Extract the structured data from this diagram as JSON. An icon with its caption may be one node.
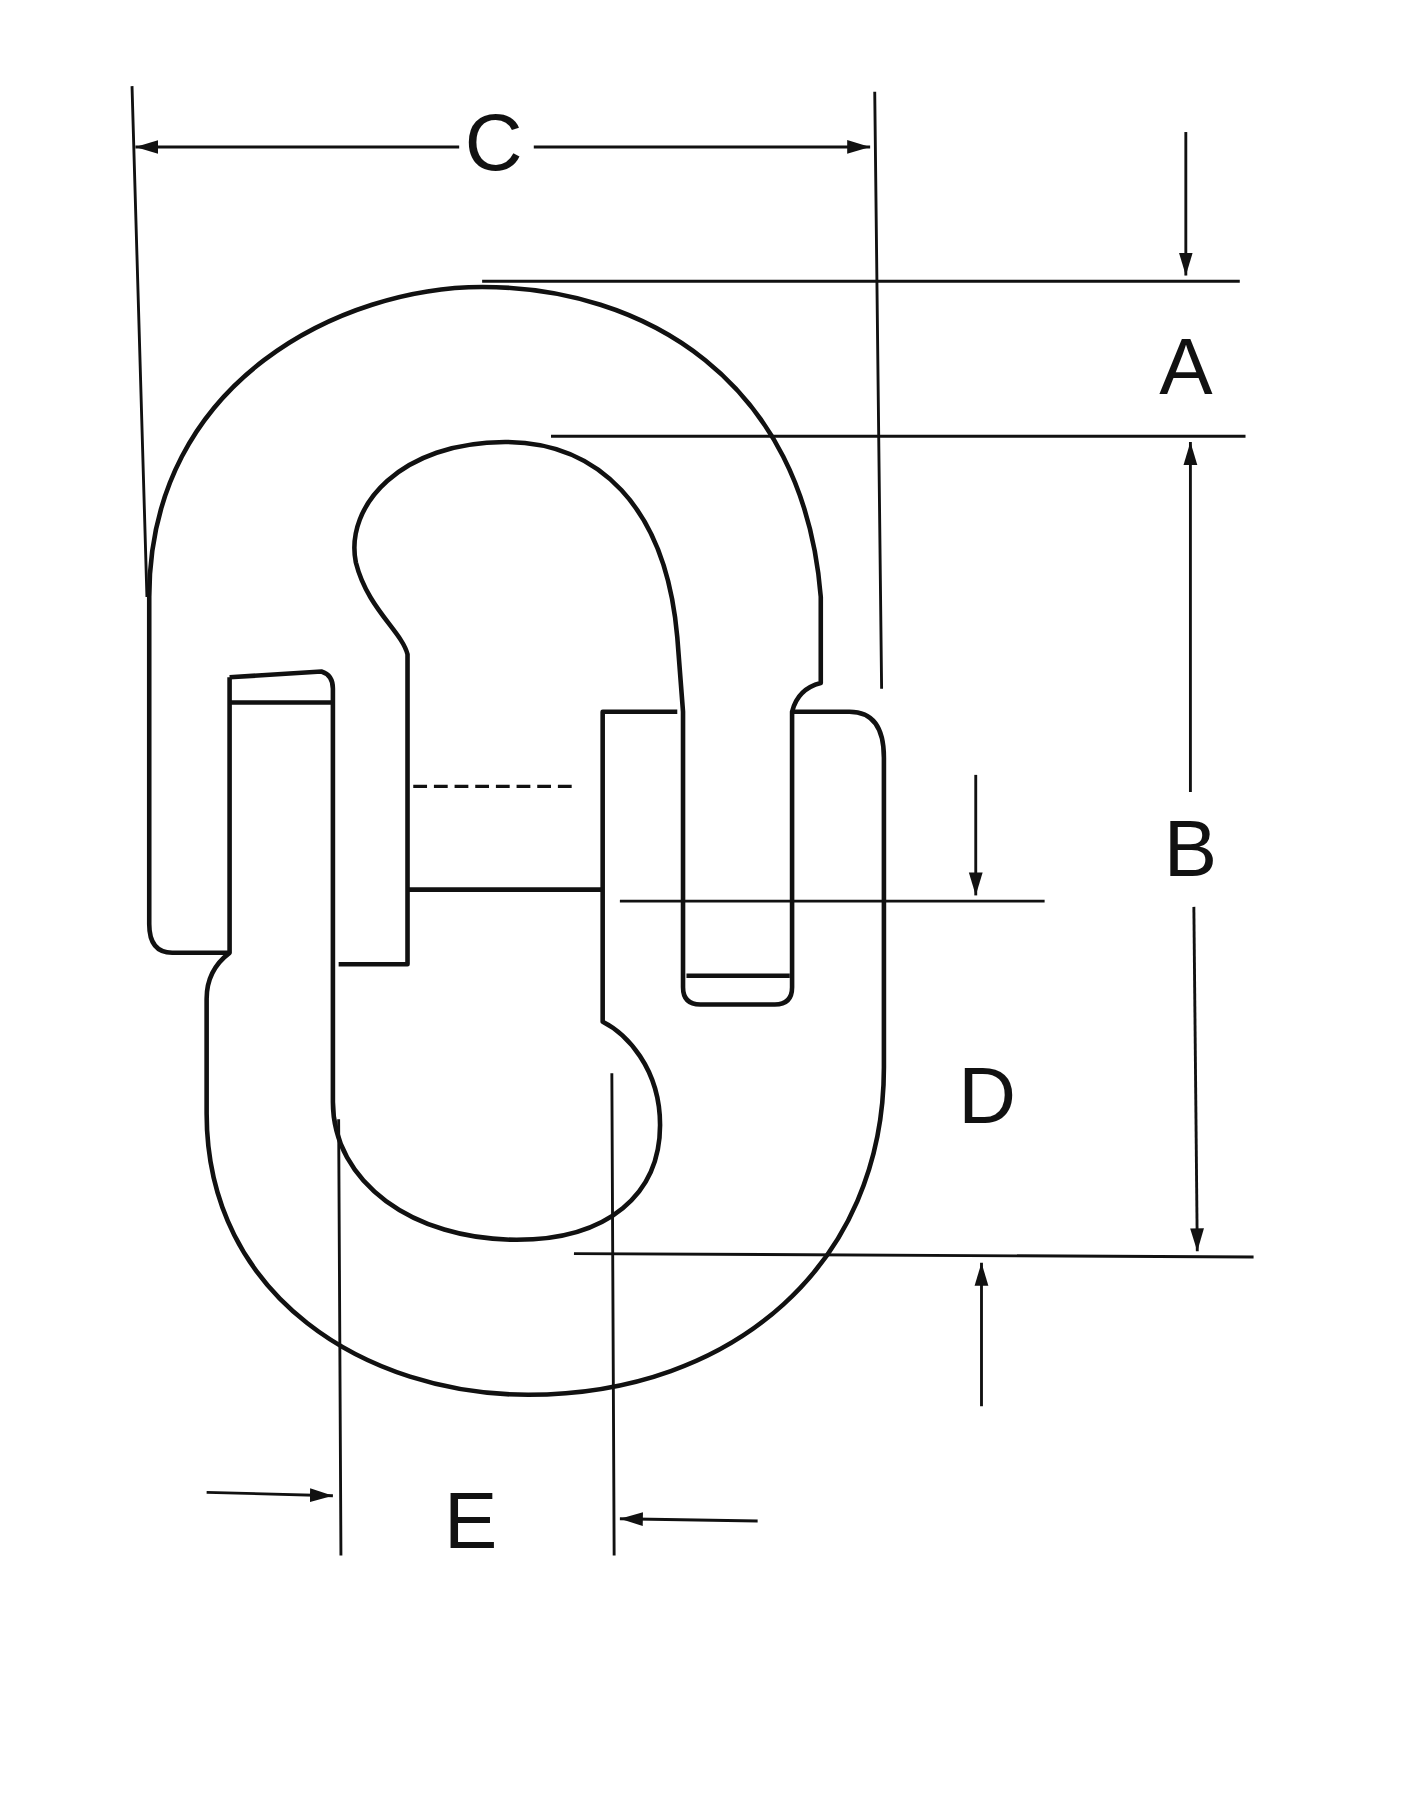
{
  "diagram": {
    "labels": [
      "C",
      "A",
      "B",
      "D",
      "E"
    ]
  }
}
